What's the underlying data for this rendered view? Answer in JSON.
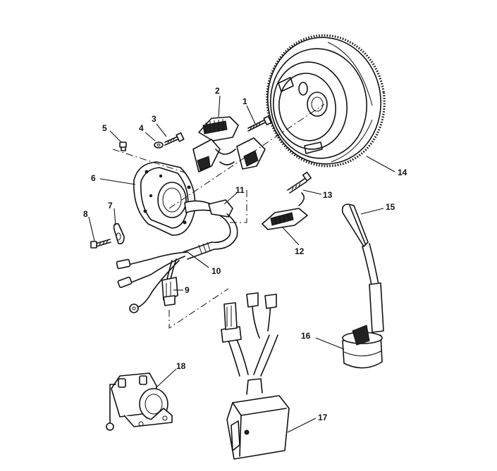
{
  "callouts": [
    {
      "id": "1",
      "label": "1"
    },
    {
      "id": "2",
      "label": "2"
    },
    {
      "id": "3",
      "label": "3"
    },
    {
      "id": "4",
      "label": "4"
    },
    {
      "id": "5",
      "label": "5"
    },
    {
      "id": "6",
      "label": "6"
    },
    {
      "id": "7",
      "label": "7"
    },
    {
      "id": "8",
      "label": "8"
    },
    {
      "id": "9",
      "label": "9"
    },
    {
      "id": "10",
      "label": "10"
    },
    {
      "id": "11",
      "label": "11"
    },
    {
      "id": "12",
      "label": "12"
    },
    {
      "id": "13",
      "label": "13"
    },
    {
      "id": "14",
      "label": "14"
    },
    {
      "id": "15",
      "label": "15"
    },
    {
      "id": "16",
      "label": "16"
    },
    {
      "id": "17",
      "label": "17"
    },
    {
      "id": "18",
      "label": "18"
    }
  ],
  "colors": {
    "line": "#111111",
    "background": "#ffffff"
  }
}
